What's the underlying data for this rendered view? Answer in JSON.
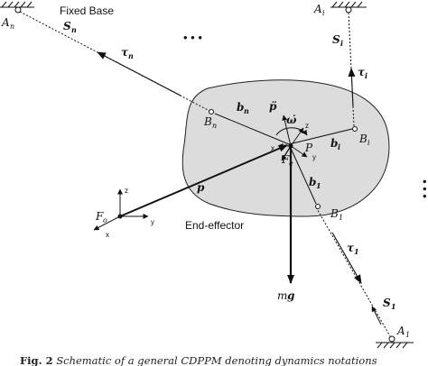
{
  "labels": {
    "fixed_base": "Fixed Base",
    "end_effector": "End-effector",
    "a_n": "A",
    "a_n_sub": "n",
    "a_i": "A",
    "a_i_sub": "i",
    "a_1": "A",
    "a_1_sub": "1",
    "s_n": "S",
    "s_n_sub": "n",
    "s_i": "S",
    "s_i_sub": "i",
    "s_1": "S",
    "s_1_sub": "1",
    "tau_n": "τ",
    "tau_n_sub": "n",
    "tau_i": "τ",
    "tau_i_sub": "i",
    "tau_1": "τ",
    "tau_1_sub": "1",
    "b_n": "b",
    "b_n_sub": "n",
    "b_i": "b",
    "b_i_sub": "i",
    "b_1": "b",
    "b_1_sub": "1",
    "big_b_n": "B",
    "big_b_n_sub": "n",
    "big_b_i": "B",
    "big_b_i_sub": "i",
    "big_b_1": "B",
    "big_b_1_sub": "1",
    "p_ddot": "p̈",
    "omega_dot": "ω̇",
    "p_vec": "p",
    "point_p": "P",
    "f_e": "F",
    "f_e_sub": "e",
    "f_o": "F",
    "f_o_sub": "o",
    "mg_m": "m",
    "mg_g": "g",
    "axis_x": "x",
    "axis_y": "y",
    "axis_z": "z",
    "ellipsis": "• • •"
  },
  "caption": {
    "label": "Fig. 2",
    "text": "  Schematic of a general CDPPM denoting dynamics notations"
  }
}
